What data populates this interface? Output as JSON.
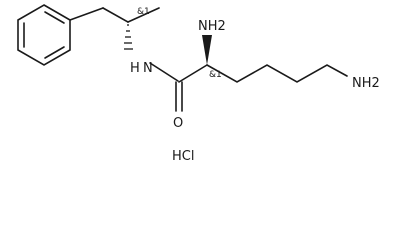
{
  "molecule": {
    "atoms": {
      "alpha_amine": "NH2",
      "amide_nitrogen": "N",
      "amide_hydrogen": "H",
      "carbonyl_oxygen": "O",
      "terminal_amine": "NH2"
    },
    "stereo_labels": {
      "propyl_center": "&1",
      "alpha_center": "&1"
    },
    "salt": "HCl"
  }
}
